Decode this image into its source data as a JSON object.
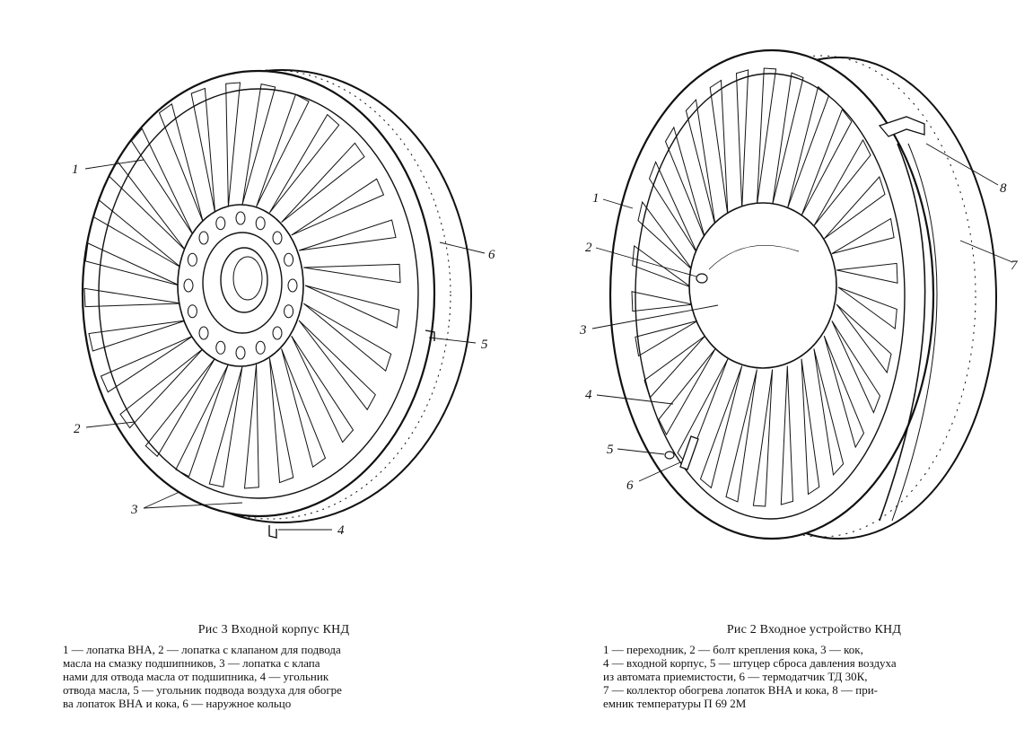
{
  "figure_left": {
    "callouts": [
      "1",
      "2",
      "3",
      "4",
      "5",
      "6"
    ],
    "title": "Рис 3 Входной корпус КНД",
    "legend_lines": [
      "1 — лопатка ВНА, 2 — лопатка с клапаном для подвода",
      "масла на смазку подшипников, 3 — лопатка с клапа",
      "нами для отвода масла от подшипника, 4 — угольник",
      "отвода масла, 5 — угольник подвода воздуха для обогре",
      "ва лопаток ВНА и кока, 6 — наружное кольцо"
    ]
  },
  "figure_right": {
    "callouts": [
      "1",
      "2",
      "3",
      "4",
      "5",
      "6",
      "7",
      "8"
    ],
    "title": "Рис 2 Входное устройство КНД",
    "legend_lines": [
      "1 — переходник, 2 — болт крепления кока, 3 — кок,",
      "4 — входной корпус, 5 — штуцер сброса давления воздуха",
      "из автомата приемистости, 6 — термодатчик ТД 30К,",
      "7 — коллектор обогрева лопаток ВНА и кока, 8 — при-",
      "емник температуры П 69 2М"
    ]
  }
}
